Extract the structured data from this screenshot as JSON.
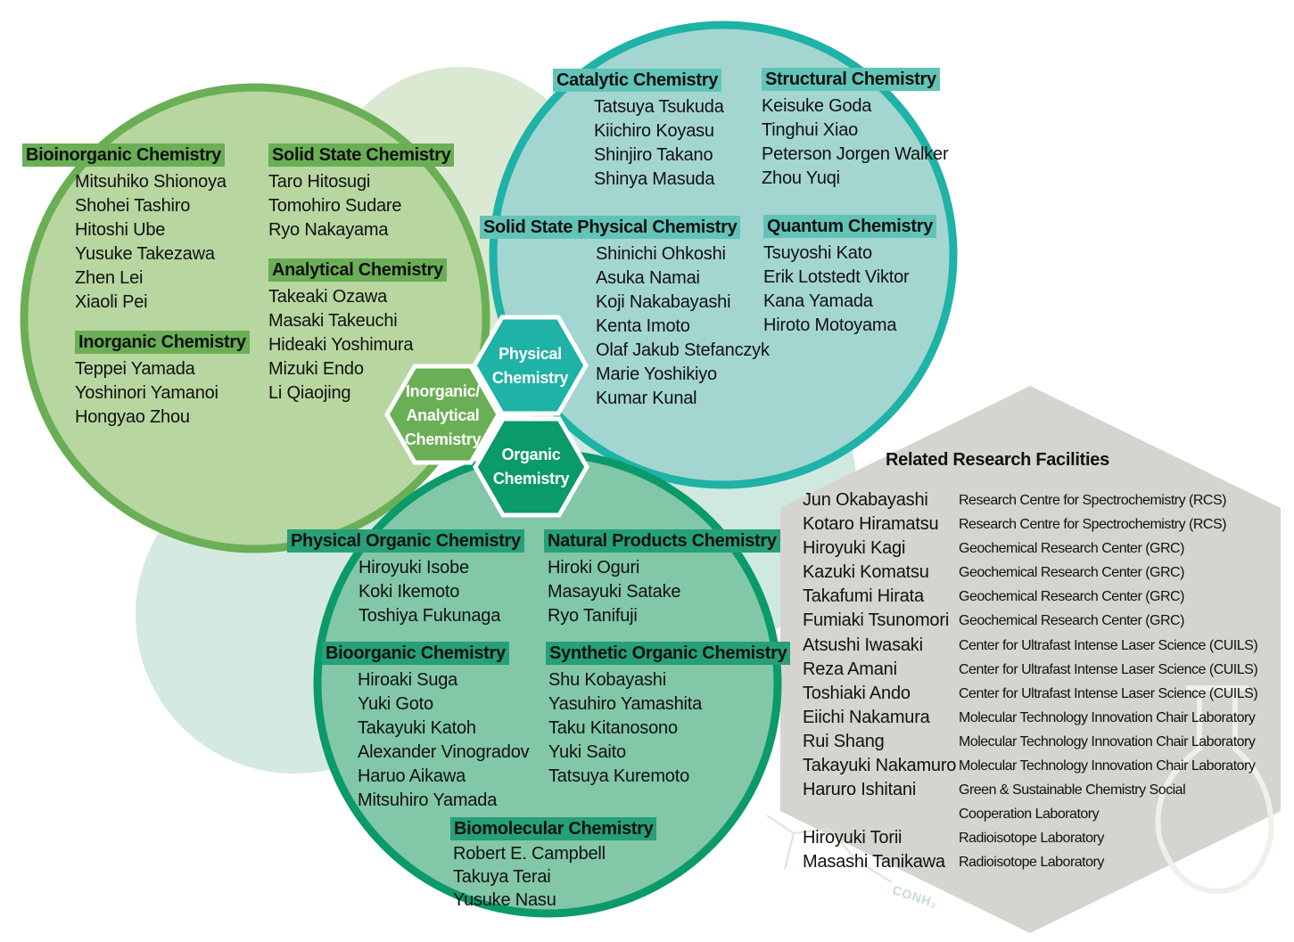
{
  "colors": {
    "inorganic_ring": "#6aaf55",
    "inorganic_fill": "#b7d6a0",
    "physical_ring": "#1fb2a6",
    "physical_fill": "#a4d6d1",
    "organic_ring": "#0b9a6a",
    "organic_fill": "#82c7a7",
    "facility_hex": "#d6d4cf",
    "header_green": "#6aaf55",
    "header_teal": "#62c3b8",
    "header_organic": "#26a078"
  },
  "hexagons": {
    "physical": [
      "Physical",
      "Chemistry"
    ],
    "inorganic": [
      "Inorganic/",
      "Analytical",
      "Chemistry"
    ],
    "organic": [
      "Organic",
      "Chemistry"
    ]
  },
  "groups": [
    {
      "title": "Bioinorganic Chemistry",
      "members": [
        "Mitsuhiko Shionoya",
        "Shohei Tashiro",
        "Hitoshi Ube",
        "Yusuke Takezawa",
        "Zhen Lei",
        "Xiaoli Pei"
      ]
    },
    {
      "title": "Inorganic Chemistry",
      "members": [
        "Teppei Yamada",
        "Yoshinori Yamanoi",
        "Hongyao Zhou"
      ]
    },
    {
      "title": "Solid State Chemistry",
      "members": [
        "Taro Hitosugi",
        "Tomohiro Sudare",
        "Ryo Nakayama"
      ]
    },
    {
      "title": "Analytical Chemistry",
      "members": [
        "Takeaki Ozawa",
        "Masaki Takeuchi",
        "Hideaki Yoshimura",
        "Mizuki Endo",
        "Li Qiaojing"
      ]
    },
    {
      "title": "Catalytic Chemistry",
      "members": [
        "Tatsuya Tsukuda",
        "Kiichiro Koyasu",
        "Shinjiro Takano",
        "Shinya Masuda"
      ]
    },
    {
      "title": "Structural Chemistry",
      "members": [
        "Keisuke Goda",
        "Tinghui Xiao",
        "Peterson  Jorgen Walker",
        "Zhou Yuqi"
      ]
    },
    {
      "title": "Solid State Physical Chemistry",
      "members": [
        "Shinichi Ohkoshi",
        "Asuka Namai",
        "Koji Nakabayashi",
        "Kenta Imoto",
        "Olaf Jakub Stefanczyk",
        "Marie Yoshikiyo",
        "Kumar Kunal"
      ]
    },
    {
      "title": "Quantum Chemistry",
      "members": [
        "Tsuyoshi Kato",
        "Erik Lotstedt Viktor",
        "Kana Yamada",
        "Hiroto Motoyama"
      ]
    },
    {
      "title": "Physical Organic Chemistry",
      "members": [
        "Hiroyuki Isobe",
        "Koki Ikemoto",
        "Toshiya Fukunaga"
      ]
    },
    {
      "title": "Natural Products Chemistry",
      "members": [
        "Hiroki Oguri",
        "Masayuki Satake",
        "Ryo Tanifuji"
      ]
    },
    {
      "title": "Bioorganic Chemistry",
      "members": [
        "Hiroaki Suga",
        "Yuki Goto",
        "Takayuki Katoh",
        "Alexander Vinogradov",
        "Haruo Aikawa",
        "Mitsuhiro Yamada"
      ]
    },
    {
      "title": "Synthetic Organic Chemistry",
      "members": [
        "Shu Kobayashi",
        "Yasuhiro Yamashita",
        "Taku Kitanosono",
        "Yuki Saito",
        "Tatsuya Kuremoto"
      ]
    },
    {
      "title": "Biomolecular Chemistry",
      "members": [
        "Robert E. Campbell",
        "Takuya Terai",
        "Yusuke Nasu"
      ]
    }
  ],
  "facilities": {
    "title": "Related Research Facilities",
    "rows": [
      {
        "name": "Jun Okabayashi",
        "place": "Research Centre for Spectrochemistry (RCS)"
      },
      {
        "name": "Kotaro Hiramatsu",
        "place": "Research Centre for Spectrochemistry (RCS)"
      },
      {
        "name": "Hiroyuki Kagi",
        "place": "Geochemical Research Center (GRC)"
      },
      {
        "name": "Kazuki Komatsu",
        "place": "Geochemical Research Center (GRC)"
      },
      {
        "name": "Takafumi Hirata",
        "place": "Geochemical Research Center (GRC)"
      },
      {
        "name": "Fumiaki Tsunomori",
        "place": "Geochemical Research Center (GRC)"
      },
      {
        "name": "Atsushi Iwasaki",
        "place": "Center for Ultrafast Intense Laser Science (CUILS)"
      },
      {
        "name": "Reza Amani",
        "place": "Center for Ultrafast Intense Laser Science (CUILS)"
      },
      {
        "name": "Toshiaki Ando",
        "place": "Center for Ultrafast Intense Laser Science (CUILS)"
      },
      {
        "name": "Eiichi Nakamura",
        "place": "Molecular Technology Innovation Chair Laboratory"
      },
      {
        "name": "Rui Shang",
        "place": "Molecular Technology Innovation Chair Laboratory"
      },
      {
        "name": "Takayuki Nakamuro",
        "place": "Molecular Technology Innovation Chair Laboratory"
      },
      {
        "name": "Haruro Ishitani",
        "place": "Green & Sustainable Chemistry Social"
      },
      {
        "name": "",
        "place": "Cooperation Laboratory"
      },
      {
        "name": "Hiroyuki Torii",
        "place": "Radioisotope Laboratory"
      },
      {
        "name": "Masashi Tanikawa",
        "place": "Radioisotope Laboratory"
      }
    ]
  },
  "watermark": "CONH₂"
}
